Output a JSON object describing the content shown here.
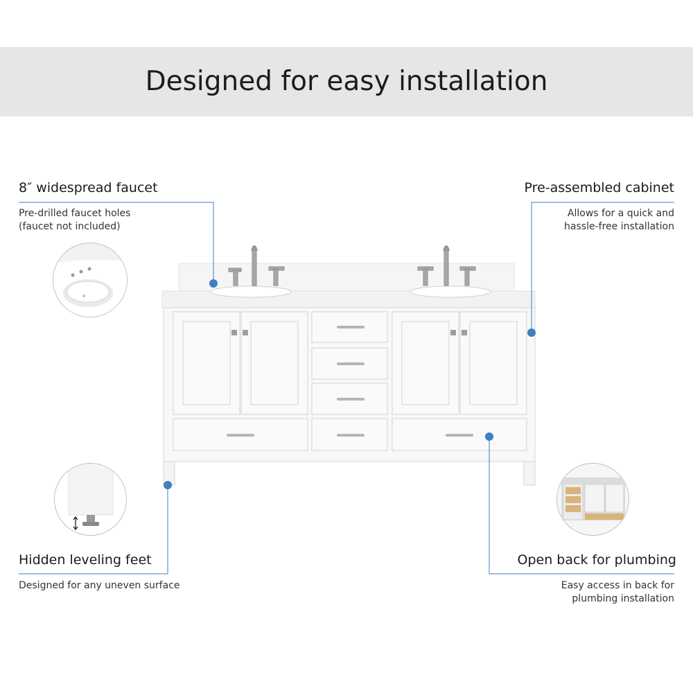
{
  "banner": {
    "title": "Designed for easy installation"
  },
  "features": {
    "faucet": {
      "title": "8″ widespread faucet",
      "desc_line1": "Pre-drilled faucet holes",
      "desc_line2": "(faucet not included)"
    },
    "cabinet": {
      "title": "Pre-assembled cabinet",
      "desc_line1": "Allows for  a quick and",
      "desc_line2": "hassle-free installation"
    },
    "leveling": {
      "title": "Hidden leveling feet",
      "desc_line1": "Designed for any uneven surface"
    },
    "plumbing": {
      "title": "Open back for plumbing",
      "desc_line1": "Easy access in back for",
      "desc_line2": "plumbing installation"
    }
  },
  "colors": {
    "accent": "#3f7fc0",
    "banner_bg": "#e6e6e6",
    "cabinet": "#f7f7f7",
    "outline": "#d5d5d5"
  },
  "icons": [
    "faucet-hole-closeup",
    "leveling-foot-closeup",
    "open-back-closeup",
    "callout-dot"
  ]
}
